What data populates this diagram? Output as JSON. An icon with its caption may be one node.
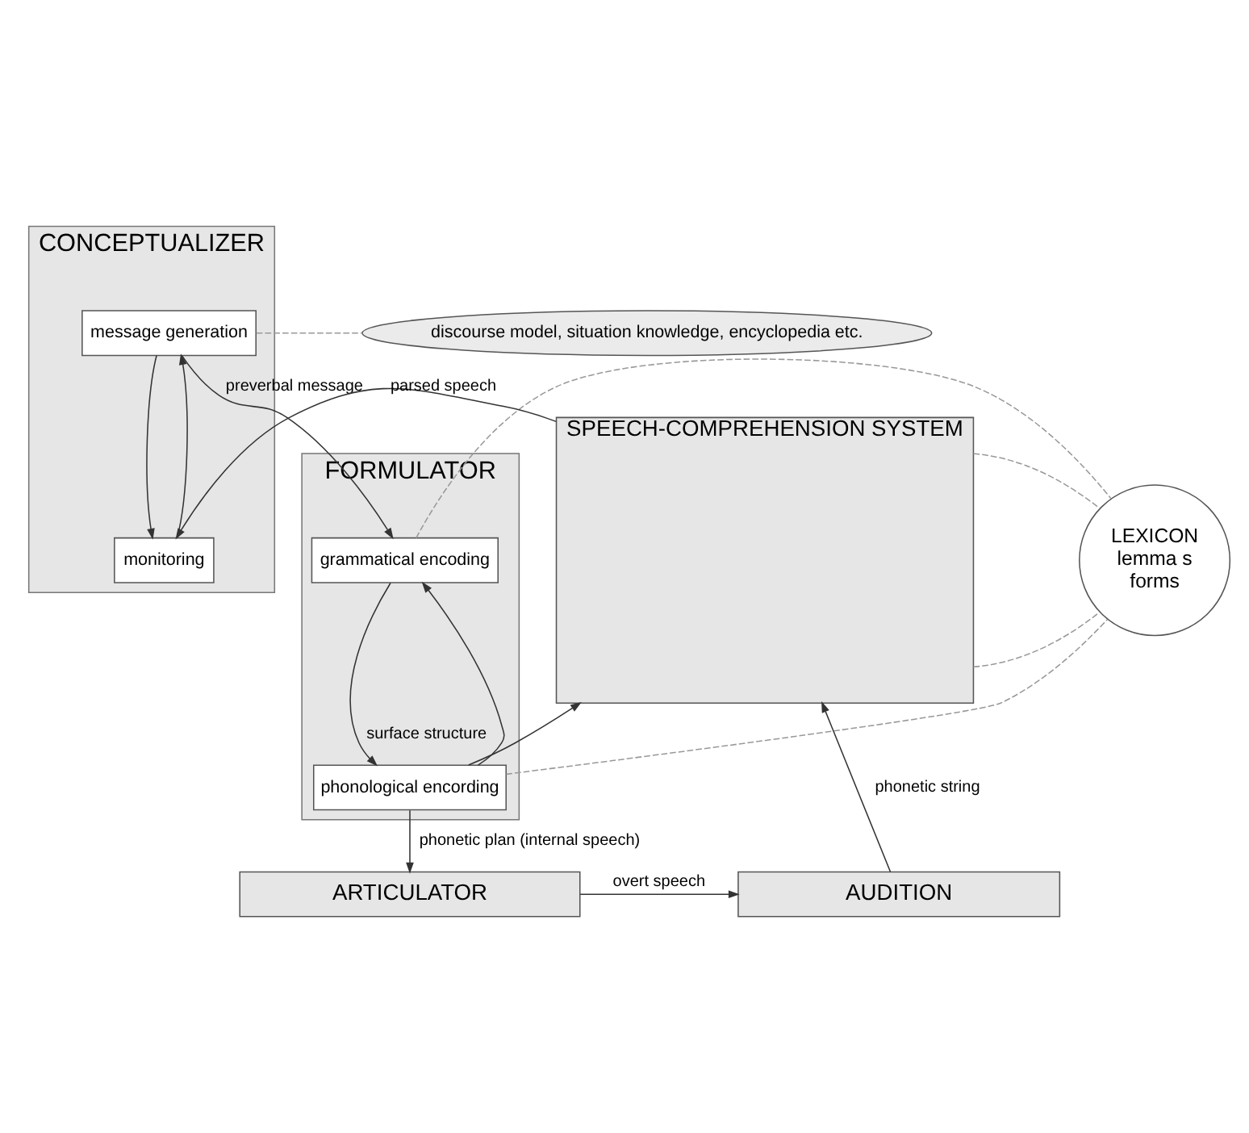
{
  "diagram": {
    "nodes": [
      {
        "text": [
          "CONCEPTUALIZER"
        ]
      },
      {
        "text": [
          "message generation"
        ],
        "in": 0
      },
      {
        "text": [
          "monitoring"
        ],
        "in": 0
      },
      {
        "text": [
          "discourse model, situation knowledge, encyclopedia etc."
        ]
      },
      {
        "text": [
          "FORMULATOR"
        ]
      },
      {
        "text": [
          "grammatical encoding"
        ],
        "in": 4
      },
      {
        "text": [
          "phonological encording"
        ],
        "in": 4
      },
      {
        "text": [
          "LEXICON",
          "lemma s",
          "forms"
        ]
      },
      {
        "text": [
          "SPEECH-COMPREHENSION SYSTEM"
        ]
      },
      {
        "text": [
          "ARTICULATOR"
        ]
      },
      {
        "text": [
          "AUDITION"
        ]
      }
    ],
    "edges": [
      {
        "from": 1,
        "to": 3,
        "arrow": "none",
        "style": "dashed",
        "color": "#999999"
      },
      {
        "from": 1,
        "to": 2,
        "arrow": "to"
      },
      {
        "from": 2,
        "to": 1,
        "arrow": "to"
      },
      {
        "from": 8,
        "to": 2,
        "arrow": "to",
        "label": "parsed speech"
      },
      {
        "from": 1,
        "to": 5,
        "arrow": "to",
        "label": "preverbal message"
      },
      {
        "from": 5,
        "to": 6,
        "arrow": "to",
        "label": "surface structure"
      },
      {
        "from": 6,
        "to": 5,
        "arrow": "to"
      },
      {
        "from": 5,
        "to": 7,
        "arrow": "none",
        "style": "dashed",
        "color": "#999999"
      },
      {
        "from": 6,
        "to": 7,
        "arrow": "none",
        "style": "dashed",
        "color": "#999999"
      },
      {
        "from": 8,
        "to": 7,
        "arrow": "none",
        "style": "dashed",
        "color": "#999999"
      },
      {
        "from": 8,
        "to": 7,
        "arrow": "none",
        "style": "dashed",
        "color": "#999999"
      },
      {
        "from": 6,
        "to": 9,
        "arrow": "to",
        "label": "phonetic plan (internal speech)"
      },
      {
        "from": 6,
        "to": 8,
        "arrow": "to"
      },
      {
        "from": 9,
        "to": 10,
        "arrow": "to",
        "label": "overt speech"
      },
      {
        "from": 10,
        "to": 8,
        "arrow": "to",
        "label": "phonetic string"
      }
    ]
  }
}
